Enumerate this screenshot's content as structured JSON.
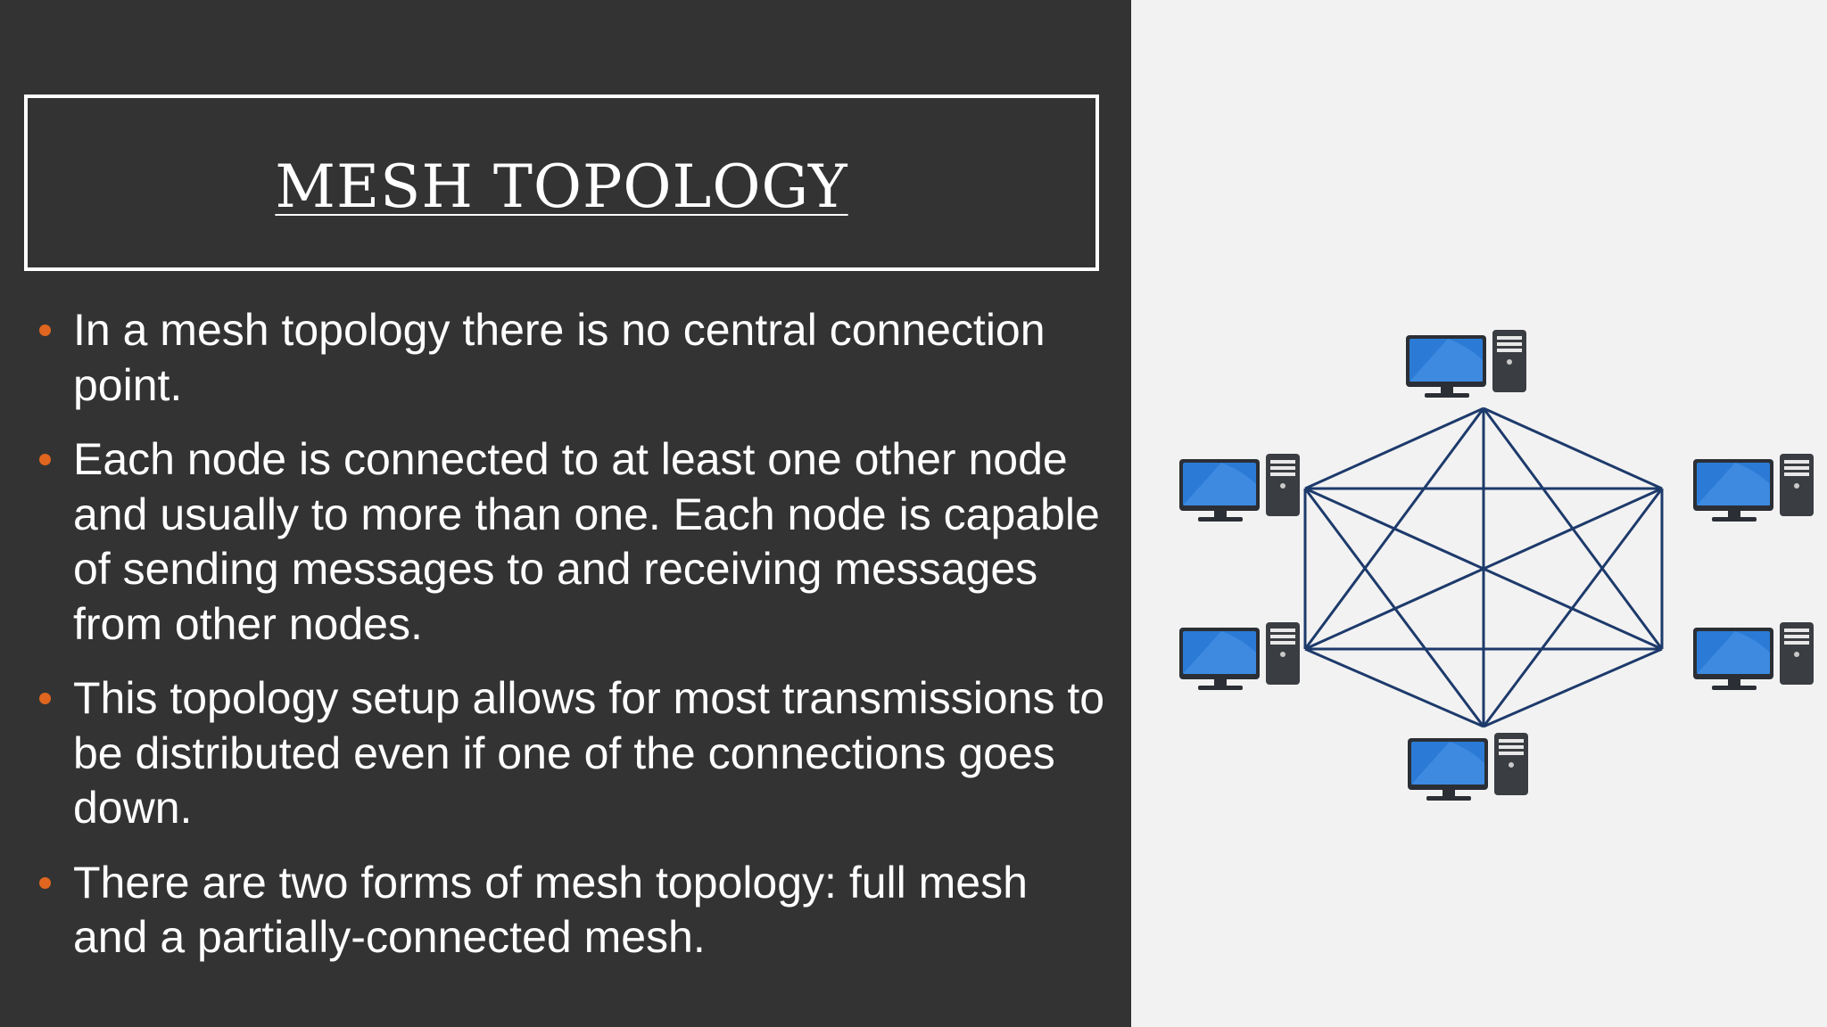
{
  "slide": {
    "title": "MESH TOPOLOGY",
    "bullets": [
      "In a mesh topology there is no central connection point.",
      "Each node is connected to at least one other node and usually to more than one. Each node is capable of  sending messages to and receiving messages from other nodes.",
      "This topology setup allows for most transmissions to be distributed even if one of the connections goes down.",
      "There are two forms of mesh topology: full mesh and a partially-connected mesh."
    ]
  },
  "diagram": {
    "node_icon": "desktop-computer-icon",
    "node_count": 6,
    "connection": "full-mesh",
    "colors": {
      "line": "#1d3a6b",
      "screen": "#2b7bd6",
      "tower": "#3a3d42",
      "bullet": "#e0661f",
      "left_background": "#333333",
      "right_background": "#f2f2f2"
    }
  }
}
